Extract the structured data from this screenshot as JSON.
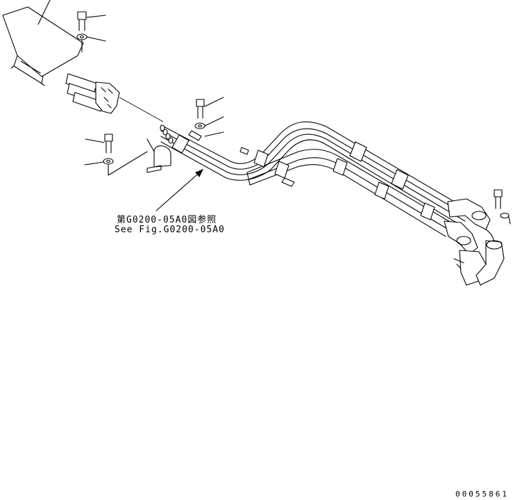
{
  "reference": {
    "jp": "第G0200-05A0図参照",
    "en": "See Fig.G0200-05A0"
  },
  "drawing_id": "00055861",
  "colors": {
    "ink": "#000000",
    "paper": "#ffffff"
  }
}
